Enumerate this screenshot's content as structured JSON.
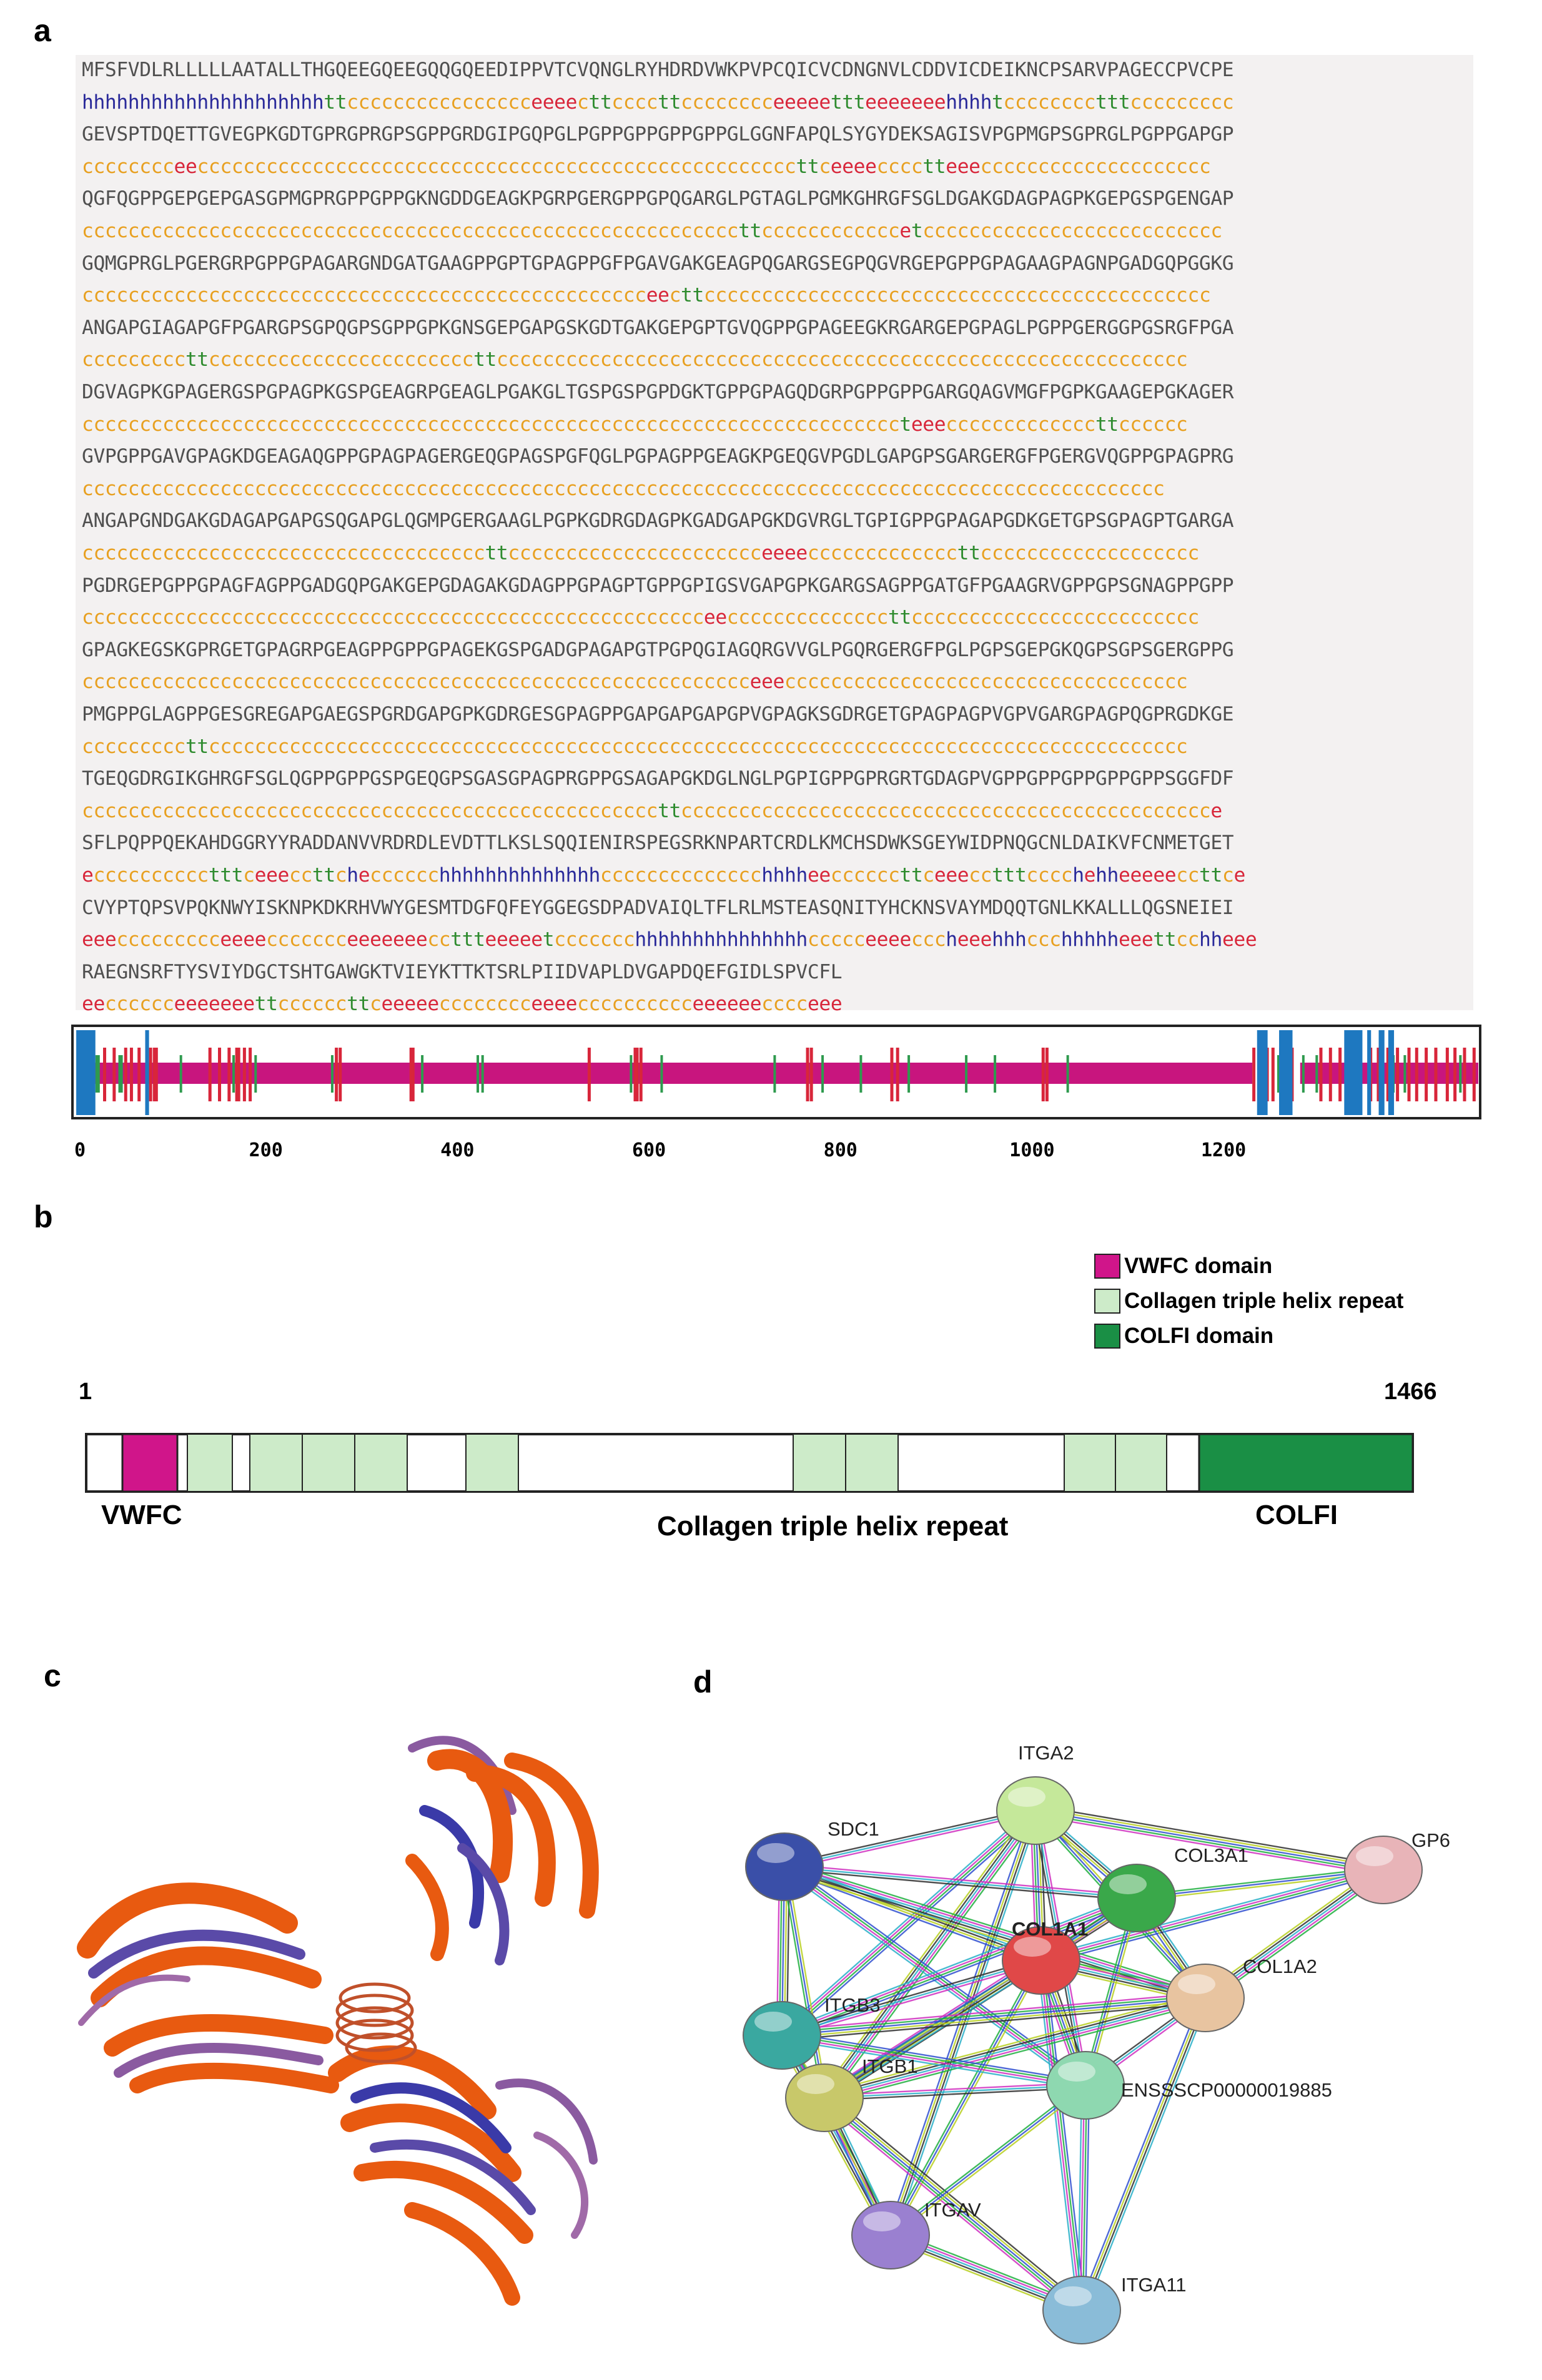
{
  "panels": {
    "a": "a",
    "b": "b",
    "c": "c",
    "d": "d"
  },
  "sequence": {
    "aa_rows": [
      "MFSFVDLRLLLLLAATALLTHGQEEGQEEGQQGQEEDIPPVTCVQNGLRYHDRDVWKPVPCQICVCDNGNVLCDDVICDEIKNCPSARVPAGECCPVCPE",
      "GEVSPTDQETTGVEGPKGDTGPRGPRGPSGPPGRDGIPGQPGLPGPPGPPGPPGPPGLGGNFAPQLSYGYDEKSAGISVPGPMGPSGPRGLPGPPGAPGP",
      "QGFQGPPGEPGEPGASGPMGPRGPPGPPGKNGDDGEAGKPGRPGERGPPGPQGARGLPGTAGLPGMKGHRGFSGLDGAKGDAGPAGPKGEPGSPGENGAP",
      "GQMGPRGLPGERGRPGPPGPAGARGNDGATGAAGPPGPTGPAGPPGFPGAVGAKGEAGPQGARGSEGPQGVRGEPGPPGPAGAAGPAGNPGADGQPGGKG",
      "ANGAPGIAGAPGFPGARGPSGPQGPSGPPGPKGNSGEPGAPGSKGDTGAKGEPGPTGVQGPPGPAGEEGKRGARGEPGPAGLPGPPGERGGPGSRGFPGA",
      "DGVAGPKGPAGERGSPGPAGPKGSPGEAGRPGEAGLPGAKGLTGSPGSPGPDGKTGPPGPAGQDGRPGPPGPPGARGQAGVMGFPGPKGAAGEPGKAGER",
      "GVPGPPGAVGPAGKDGEAGAQGPPGPAGPAGERGEQGPAGSPGFQGLPGPAGPPGEAGKPGEQGVPGDLGAPGPSGARGERGFPGERGVQGPPGPAGPRG",
      "ANGAPGNDGAKGDAGAPGAPGSQGAPGLQGMPGERGAAGLPGPKGDRGDAGPKGADGAPGKDGVRGLTGPIGPPGPAGAPGDKGETGPSGPAGPTGARGA",
      "PGDRGEPGPPGPAGFAGPPGADGQPGAKGEPGDAGAKGDAGPPGPAGPTGPPGPIGSVGAPGPKGARGSAGPPGATGFPGAAGRVGPPGPSGNAGPPGPP",
      "GPAGKEGSKGPRGETGPAGRPGEAGPPGPPGPAGEKGSPGADGPAGAPGTPGPQGIAGQRGVVGLPGQRGERGFPGLPGPSGEPGKQGPSGPSGERGPPG",
      "PMGPPGLAGPPGESGREGAPGAEGSPGRDGAPGPKGDRGESGPAGPPGAPGAPGAPGPVGPAGKSGDRGETGPAGPAGPVGPVGARGPAGPQGPRGDKGE",
      "TGEQGDRGIKGHRGFSGLQGPPGPPGSPGEQGPSGASGPAGPRGPPGSAGAPGKDGLNGLPGPIGPPGPRGRTGDAGPVGPPGPPGPPGPPGPPSGGFDF",
      "SFLPQPPQEKAHDGGRYYRADDANVVRDRDLEVDTTLKSLSQQIENIRSPEGSRKNPARTCRDLKMCHSDWKSGEYWIDPNQGCNLDAIKVFCNMETGET",
      "CVYPTQPSVPQKNWYISKNPKDKRHVWYGESMTDGFQFEYGGEGSDPADVAIQLTFLRLMSTEASQNITYHCKNSVAYMDQQTGNLKKALLLQGSNEIEI",
      "RAEGNSRFTYSVIYDGCTSHTGAWGKTVIEYKTTKTSRLPIIDVAPLDVGAPDQEFGIDLSPVCFL"
    ],
    "ss_rows": [
      "hhhhhhhhhhhhhhhhhhhhhttcccccccccccccccceeeecttccccttcccccccceeeeettteeeeeeehhhhtcccccccctttccccccccc",
      "cccccccceeccccccccccccccccccccccccccccccccccccccccccccccccccccttceeeecccctteeecccccccccccccccccccc",
      "cccccccccccccccccccccccccccccccccccccccccccccccccccccccccttccccccccccccetcccccccccccccccccccccccccc",
      "ccccccccccccccccccccccccccccccccccccccccccccccccceecttcccccccccccccccccccccccccccccccccccccccccccc",
      "cccccccccttcccccccccccccccccccccccttcccccccccccccccccccccccccccccccccccccccccccccccccccccccccccc",
      "cccccccccccccccccccccccccccccccccccccccccccccccccccccccccccccccccccccccteeecccccccccccccttcccccc",
      "cccccccccccccccccccccccccccccccccccccccccccccccccccccccccccccccccccccccccccccccccccccccccccccc",
      "cccccccccccccccccccccccccccccccccccttcccccccccccccccccccccceeeecccccccccccccttccccccccccccccccccc",
      "cccccccccccccccccccccccccccccccccccccccccccccccccccccceeccccccccccccccttccccccccccccccccccccccccc",
      "cccccccccccccccccccccccccccccccccccccccccccccccccccccccccceeeccccccccccccccccccccccccccccccccccc",
      "cccccccccttccccccccccccccccccccccccccccccccccccccccccccccccccccccccccccccccccccccccccccccccccccc",
      "ccccccccccccccccccccccccccccccccccccccccccccccccccttcccccccccccccccccccccccccccccccccccccccccccccce",
      "ecccccccccctttceeeccttchecccccchhhhhhhhhhhhhhcccccccccccccchhhheeccccccttceeecctttcccchehheeeeeccttce",
      "eeeccccccccceeeeccccccceeeeeeeccttteeeeetccccccchhhhhhhhhhhhhhhccccceeeecccheeehhhccchhhhheeettcchheee",
      "eecccccceeeeeeettccccccttceeeeecccccccceeeecccccccccceeeeeecccceee"
    ],
    "axis_ticks": [
      "0",
      "200",
      "400",
      "600",
      "800",
      "1000",
      "1200"
    ]
  },
  "domains": {
    "legend": [
      {
        "label": "VWFC domain",
        "color": "#d0158a"
      },
      {
        "label": "Collagen triple helix repeat",
        "color": "#cdebc9"
      },
      {
        "label": "COLFI domain",
        "color": "#1a8f45"
      }
    ],
    "start": "1",
    "end": "1466",
    "labels": {
      "vwfc": "VWFC",
      "collagen": "Collagen triple helix repeat",
      "colfi": "COLFI"
    }
  },
  "network": {
    "nodes": [
      {
        "id": "ITGA2",
        "label": "ITGA2",
        "color": "#c5e89a"
      },
      {
        "id": "GP6",
        "label": "GP6",
        "color": "#e8b4b8"
      },
      {
        "id": "SDC1",
        "label": "SDC1",
        "color": "#3a4fa8"
      },
      {
        "id": "COL3A1",
        "label": "COL3A1",
        "color": "#3aa84a"
      },
      {
        "id": "COL1A1",
        "label": "COL1A1",
        "color": "#e04848"
      },
      {
        "id": "COL1A2",
        "label": "COL1A2",
        "color": "#e8c4a0"
      },
      {
        "id": "ITGB3",
        "label": "ITGB3",
        "color": "#3aa8a0"
      },
      {
        "id": "ITGB1",
        "label": "ITGB1",
        "color": "#c8c86a"
      },
      {
        "id": "ENSSSCP",
        "label": "ENSSSCP00000019885",
        "color": "#8ed8b0"
      },
      {
        "id": "ITGAV",
        "label": "ITGAV",
        "color": "#9a80d0"
      },
      {
        "id": "ITGA11",
        "label": "ITGA11",
        "color": "#8abcd8"
      }
    ]
  }
}
